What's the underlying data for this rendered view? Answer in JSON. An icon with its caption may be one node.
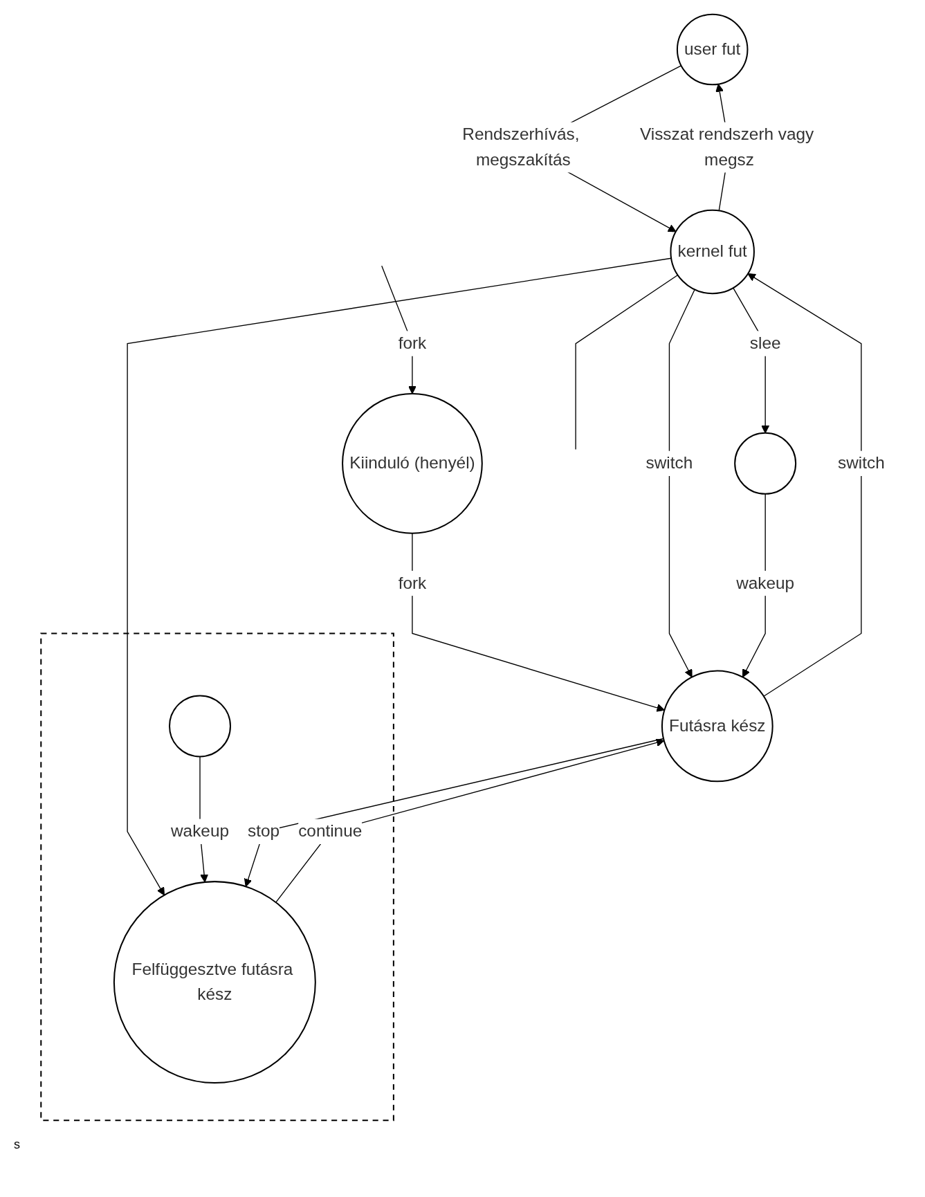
{
  "diagram": {
    "nodes": [
      {
        "text": [
          "user fut"
        ]
      },
      {
        "text": [
          "Kiinduló (henyél)"
        ]
      },
      {
        "text": [
          "kernel fut"
        ]
      },
      {
        "text": [
          "Futásra kész"
        ]
      },
      {
        "text": [],
        "shape": "circle"
      },
      {
        "text": [],
        "shape": "box"
      },
      {
        "text": [
          "Felfüggesztve futásra kész"
        ],
        "in": 5
      },
      {
        "text": [],
        "shape": "circle",
        "in": 5
      }
    ],
    "edges": [
      {
        "from": null,
        "to": 1,
        "arrow": "to",
        "label": "fork"
      },
      {
        "from": 1,
        "to": 3,
        "arrow": "to",
        "label": "fork"
      },
      {
        "from": 0,
        "to": 2,
        "arrow": "to",
        "label": "Rendszerhívás, megszakítás"
      },
      {
        "from": 2,
        "to": 0,
        "arrow": "to",
        "label": "Visszat rendszerh vagy megsz"
      },
      {
        "from": 3,
        "to": 2,
        "arrow": "to",
        "label": "switch"
      },
      {
        "from": 2,
        "to": 3,
        "arrow": "to",
        "label": "switch"
      },
      {
        "from": 2,
        "to": 6,
        "arrow": "to"
      },
      {
        "from": 2,
        "to": 4,
        "arrow": "to",
        "label": "slee"
      },
      {
        "from": 4,
        "to": 3,
        "arrow": "to",
        "label": "wakeup"
      },
      {
        "from": 7,
        "to": 6,
        "arrow": "to",
        "label": "wakeup"
      },
      {
        "from": 3,
        "to": 6,
        "arrow": "to",
        "label": "stop"
      },
      {
        "from": 6,
        "to": 3,
        "arrow": "to",
        "label": "continue"
      },
      {
        "from": 2,
        "to": null,
        "arrow": "none"
      }
    ],
    "labels": [
      "s"
    ]
  }
}
